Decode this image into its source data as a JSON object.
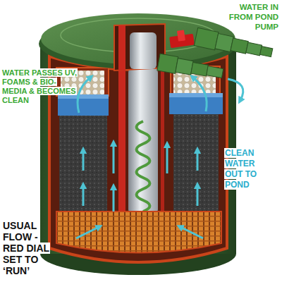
{
  "diagram": {
    "labels": [
      "WATER IN FROM POND PUMP",
      "WATER PASSES UV, FOAMS & BIO-MEDIA & BECOMES CLEAN",
      "CLEAN WATER OUT TO POND",
      "USUAL FLOW - RED DIAL SET TO ‘RUN’"
    ]
  }
}
